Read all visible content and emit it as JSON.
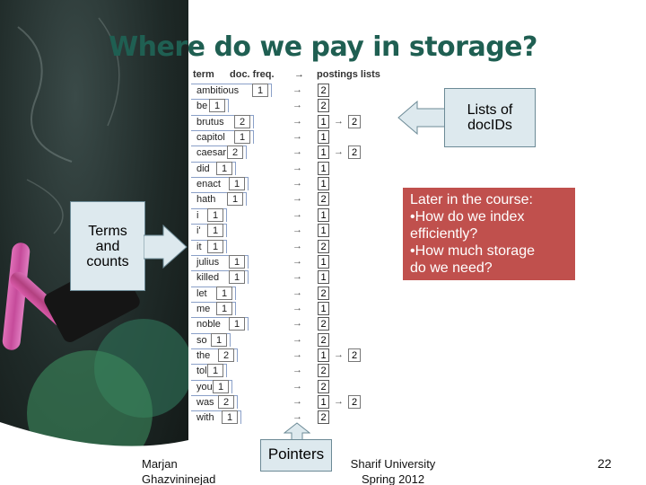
{
  "slide": {
    "title": "Where do we pay in storage?",
    "page_number": "22"
  },
  "table": {
    "header_term": "term",
    "header_freq": "doc. freq.",
    "header_arrow": "→",
    "header_postings": "postings lists",
    "rows": [
      {
        "term": "ambitious",
        "freq": "1",
        "post": "2",
        "doc": ""
      },
      {
        "term": "be",
        "freq": "1",
        "post": "2",
        "doc": ""
      },
      {
        "term": "brutus",
        "freq": "2",
        "post": "1",
        "doc": "2"
      },
      {
        "term": "capitol",
        "freq": "1",
        "post": "1",
        "doc": ""
      },
      {
        "term": "caesar",
        "freq": "2",
        "post": "1",
        "doc": "2"
      },
      {
        "term": "did",
        "freq": "1",
        "post": "1",
        "doc": ""
      },
      {
        "term": "enact",
        "freq": "1",
        "post": "1",
        "doc": ""
      },
      {
        "term": "hath",
        "freq": "1",
        "post": "2",
        "doc": ""
      },
      {
        "term": "i",
        "freq": "1",
        "post": "1",
        "doc": ""
      },
      {
        "term": "i'",
        "freq": "1",
        "post": "1",
        "doc": ""
      },
      {
        "term": "it",
        "freq": "1",
        "post": "2",
        "doc": ""
      },
      {
        "term": "julius",
        "freq": "1",
        "post": "1",
        "doc": ""
      },
      {
        "term": "killed",
        "freq": "1",
        "post": "1",
        "doc": ""
      },
      {
        "term": "let",
        "freq": "1",
        "post": "2",
        "doc": ""
      },
      {
        "term": "me",
        "freq": "1",
        "post": "1",
        "doc": ""
      },
      {
        "term": "noble",
        "freq": "1",
        "post": "2",
        "doc": ""
      },
      {
        "term": "so",
        "freq": "1",
        "post": "2",
        "doc": ""
      },
      {
        "term": "the",
        "freq": "2",
        "post": "1",
        "doc": "2"
      },
      {
        "term": "told",
        "freq": "1",
        "post": "2",
        "doc": ""
      },
      {
        "term": "you",
        "freq": "1",
        "post": "2",
        "doc": ""
      },
      {
        "term": "was",
        "freq": "2",
        "post": "1",
        "doc": "2"
      },
      {
        "term": "with",
        "freq": "1",
        "post": "2",
        "doc": ""
      }
    ]
  },
  "callouts": {
    "lists": "Lists of docIDs",
    "terms": "Terms and counts",
    "pointers": "Pointers",
    "later": {
      "line1": "Later in the course:",
      "line2": "•How do we index",
      "line3": "efficiently?",
      "line4": "•How much storage",
      "line5": "do we need?"
    }
  },
  "footer": {
    "author_line1": "Marjan",
    "author_line2": "Ghazvininejad",
    "university": "Sharif University",
    "term": "Spring 2012"
  },
  "colors": {
    "title": "#1f5f52",
    "callout_blue": "#dde9ee",
    "callout_red": "#c0504d"
  }
}
